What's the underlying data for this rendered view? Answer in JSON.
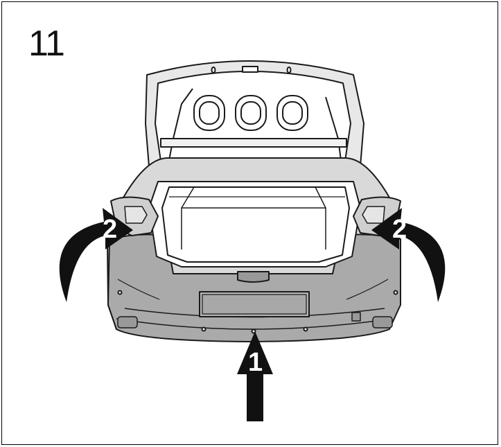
{
  "step_number": "11",
  "markers": {
    "arrow_lift": "1",
    "arrow_left": "2",
    "arrow_right": "2"
  },
  "colors": {
    "bumper": "#aaaaaa",
    "body": "#d9d9d9",
    "outline": "#1a1a1a",
    "arrow": "#111111"
  }
}
